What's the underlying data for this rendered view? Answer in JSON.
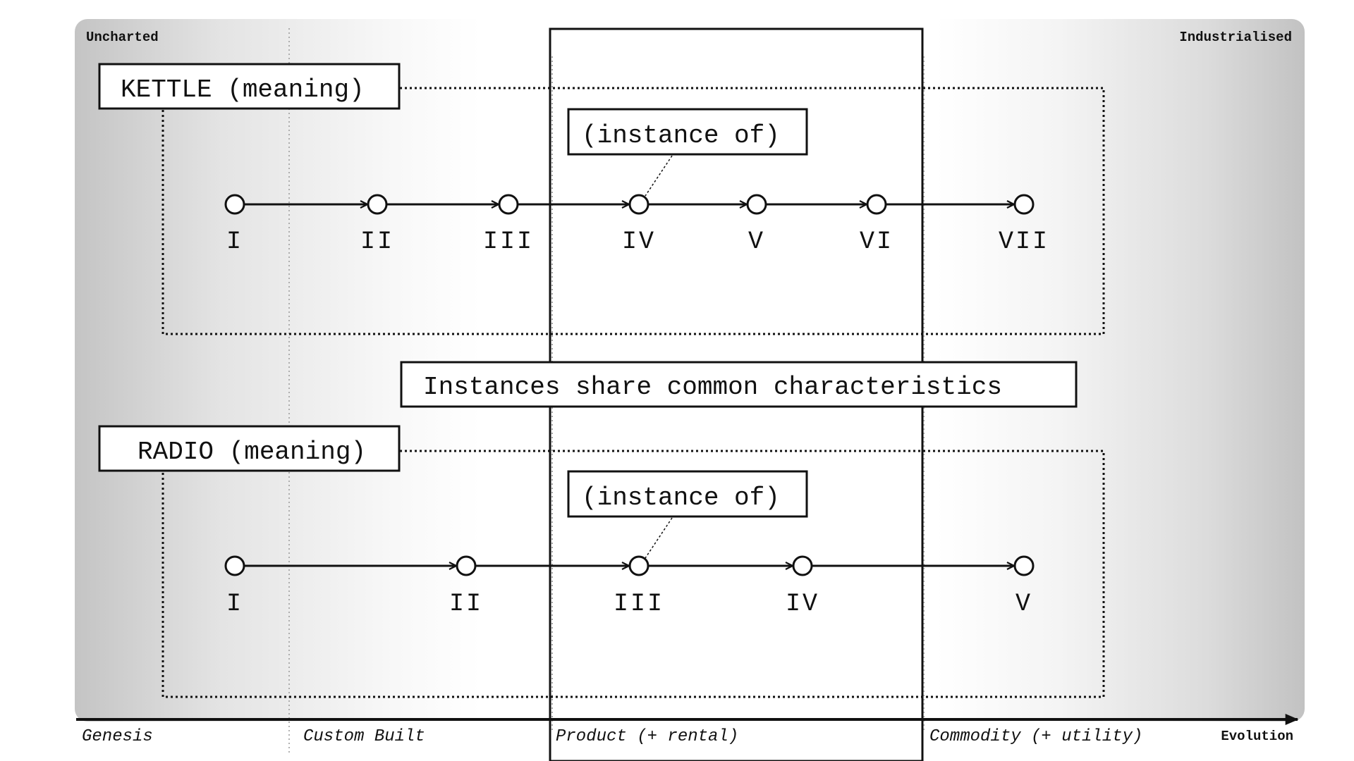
{
  "map": {
    "corner_left": "Uncharted",
    "corner_right": "Industrialised",
    "axis_label": "Evolution",
    "stages": [
      "Genesis",
      "Custom Built",
      "Product (+ rental)",
      "Commodity (+ utility)"
    ]
  },
  "groups": [
    {
      "label": "KETTLE (meaning)",
      "instance_label": "(instance of)",
      "instances": [
        "I",
        "II",
        "III",
        "IV",
        "V",
        "VI",
        "VII"
      ]
    },
    {
      "label": "RADIO (meaning)",
      "instance_label": "(instance of)",
      "instances": [
        "I",
        "II",
        "III",
        "IV",
        "V"
      ]
    }
  ],
  "shared_note": "Instances share common characteristics"
}
